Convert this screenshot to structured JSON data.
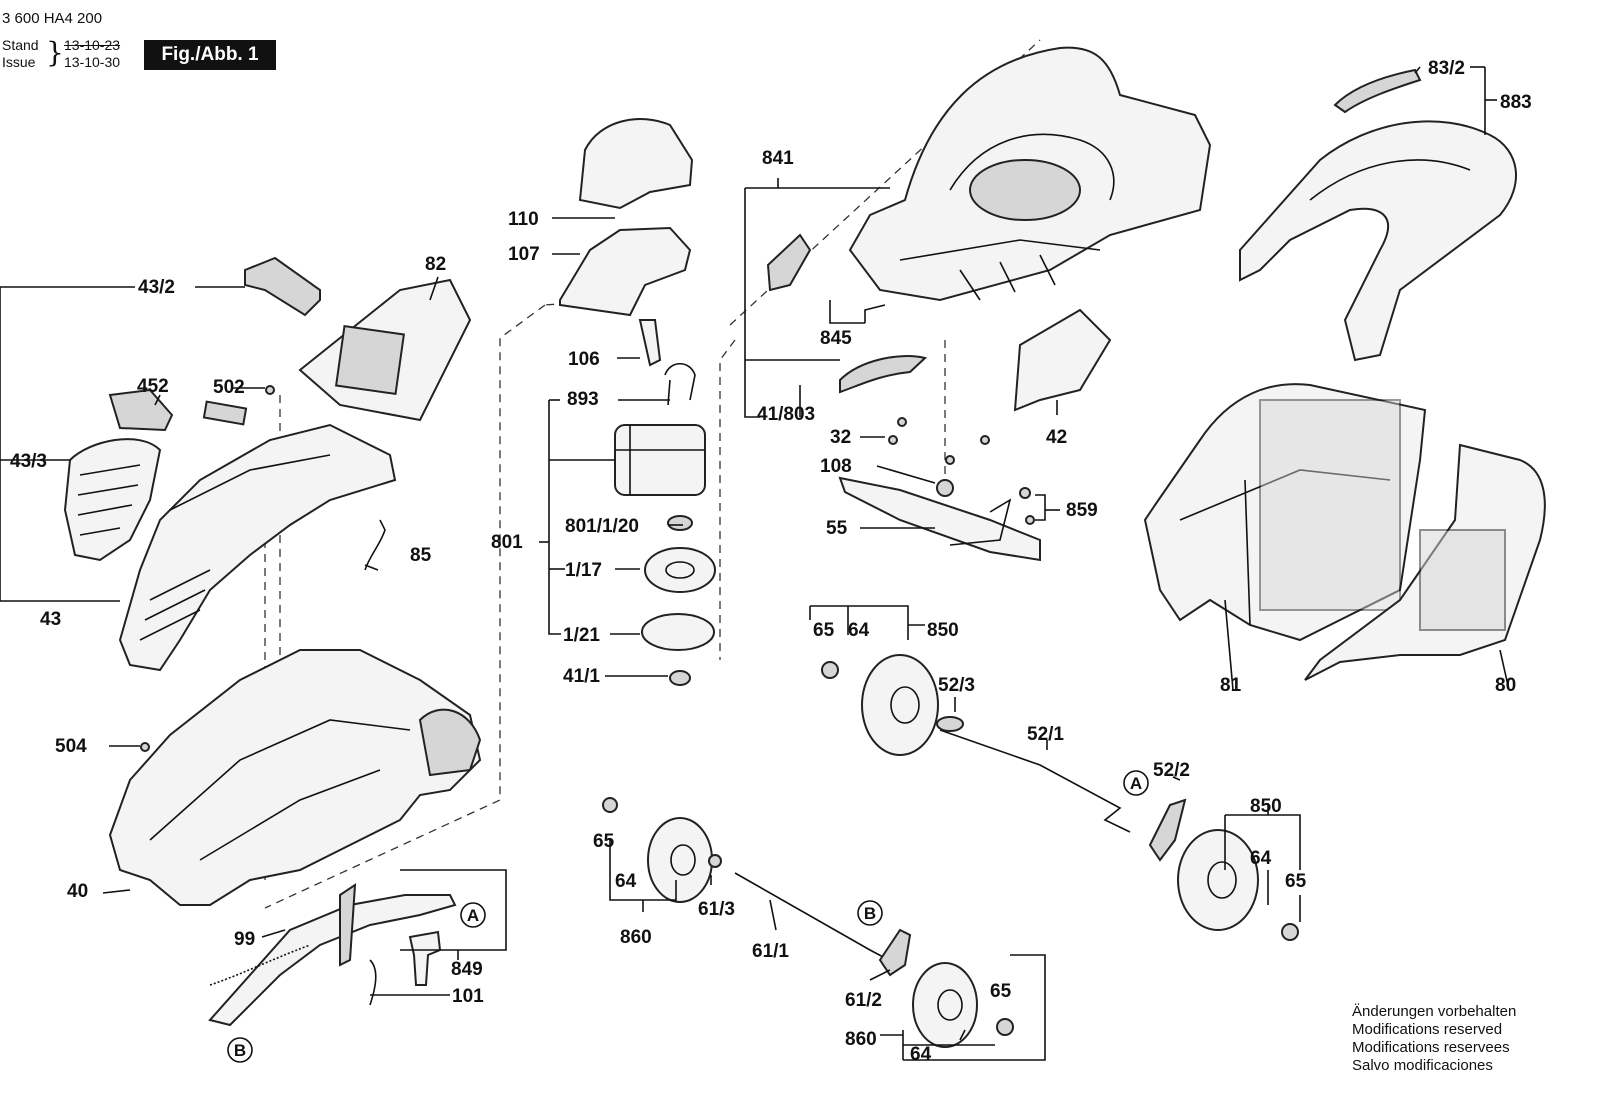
{
  "header": {
    "doc_number": "3 600 HA4 200",
    "stand_label": "Stand",
    "issue_label": "Issue",
    "stand_date_old": "13-10-23",
    "issue_date": "13-10-30",
    "fig_badge": "Fig./Abb. 1"
  },
  "callouts": [
    {
      "id": "c-83-2",
      "text": "83/2"
    },
    {
      "id": "c-883",
      "text": "883"
    },
    {
      "id": "c-841",
      "text": "841"
    },
    {
      "id": "c-110",
      "text": "110"
    },
    {
      "id": "c-107",
      "text": "107"
    },
    {
      "id": "c-82",
      "text": "82"
    },
    {
      "id": "c-43-2",
      "text": "43/2"
    },
    {
      "id": "c-106",
      "text": "106"
    },
    {
      "id": "c-845",
      "text": "845"
    },
    {
      "id": "c-893",
      "text": "893"
    },
    {
      "id": "c-452",
      "text": "452"
    },
    {
      "id": "c-502",
      "text": "502"
    },
    {
      "id": "c-41-803",
      "text": "41/803"
    },
    {
      "id": "c-32",
      "text": "32"
    },
    {
      "id": "c-42",
      "text": "42"
    },
    {
      "id": "c-43-3",
      "text": "43/3"
    },
    {
      "id": "c-108",
      "text": "108"
    },
    {
      "id": "c-859",
      "text": "859"
    },
    {
      "id": "c-801-1-20",
      "text": "801/1/20"
    },
    {
      "id": "c-801",
      "text": "801"
    },
    {
      "id": "c-55",
      "text": "55"
    },
    {
      "id": "c-85",
      "text": "85"
    },
    {
      "id": "c-1-17",
      "text": "1/17"
    },
    {
      "id": "c-43",
      "text": "43"
    },
    {
      "id": "c-65-a",
      "text": "65"
    },
    {
      "id": "c-64-a",
      "text": "64"
    },
    {
      "id": "c-850-a",
      "text": "850"
    },
    {
      "id": "c-1-21",
      "text": "1/21"
    },
    {
      "id": "c-41-1",
      "text": "41/1"
    },
    {
      "id": "c-52-3",
      "text": "52/3"
    },
    {
      "id": "c-81",
      "text": "81"
    },
    {
      "id": "c-80",
      "text": "80"
    },
    {
      "id": "c-52-1",
      "text": "52/1"
    },
    {
      "id": "c-504",
      "text": "504"
    },
    {
      "id": "c-52-2",
      "text": "52/2"
    },
    {
      "id": "c-850-b",
      "text": "850"
    },
    {
      "id": "c-65-b",
      "text": "65"
    },
    {
      "id": "c-64-b",
      "text": "64"
    },
    {
      "id": "c-64-c",
      "text": "64"
    },
    {
      "id": "c-65-c",
      "text": "65"
    },
    {
      "id": "c-40",
      "text": "40"
    },
    {
      "id": "c-61-3",
      "text": "61/3"
    },
    {
      "id": "c-860-a",
      "text": "860"
    },
    {
      "id": "c-99",
      "text": "99"
    },
    {
      "id": "c-61-1",
      "text": "61/1"
    },
    {
      "id": "c-849",
      "text": "849"
    },
    {
      "id": "c-101",
      "text": "101"
    },
    {
      "id": "c-65-d",
      "text": "65"
    },
    {
      "id": "c-61-2",
      "text": "61/2"
    },
    {
      "id": "c-860-b",
      "text": "860"
    },
    {
      "id": "c-64-d",
      "text": "64"
    }
  ],
  "reference_markers": {
    "a": "A",
    "b": "B"
  },
  "notice": {
    "de": "Änderungen vorbehalten",
    "en": "Modifications reserved",
    "fr": "Modifications reservees",
    "es": "Salvo modificaciones"
  }
}
